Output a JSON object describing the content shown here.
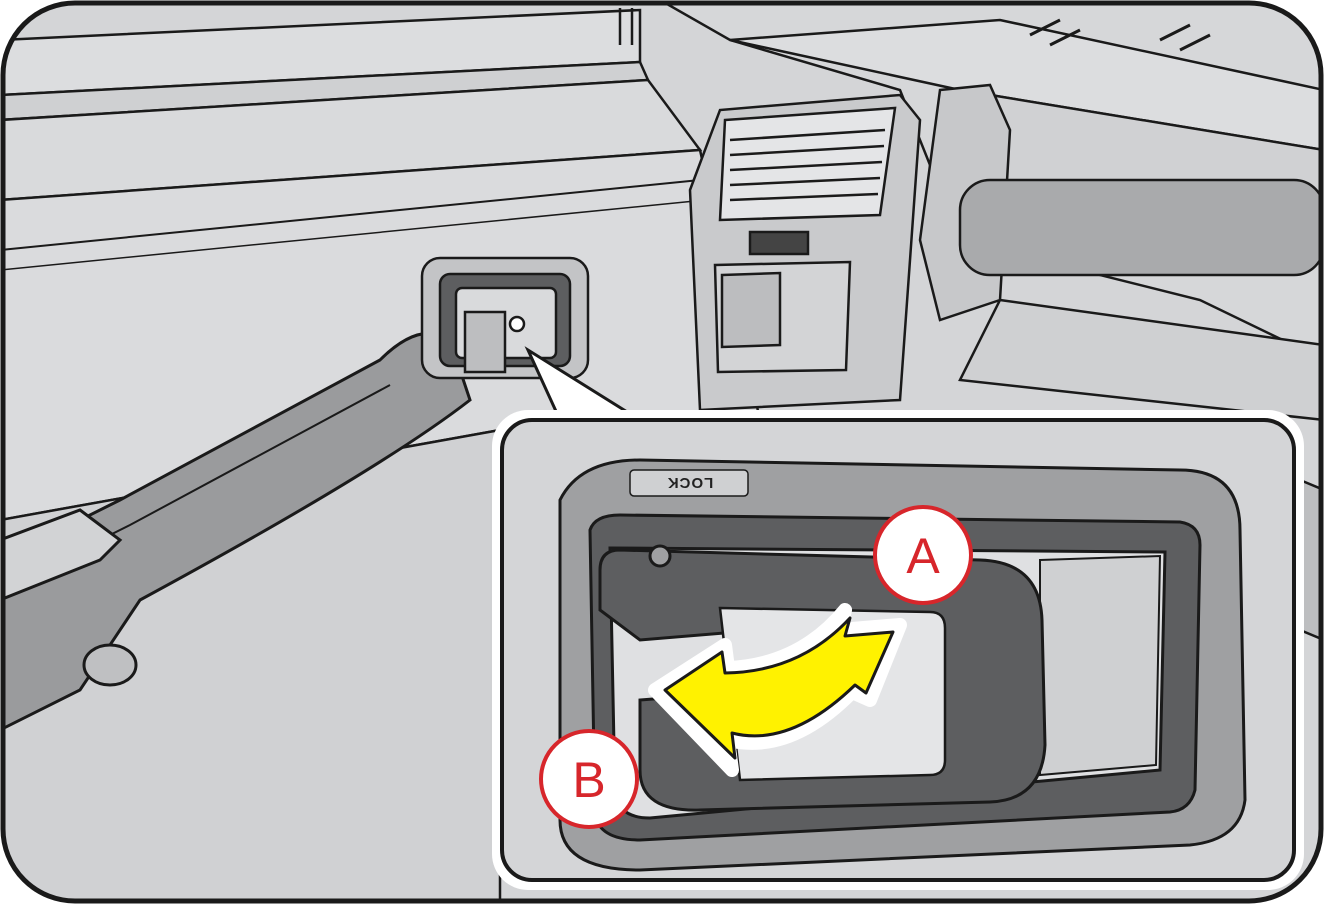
{
  "illustration": {
    "callout_a_label": "A",
    "callout_b_label": "B",
    "lock_marking": "LOCK",
    "arrow_icon": "double-headed-curved-arrow-icon",
    "colors": {
      "panel": "#d4d5d7",
      "panel_light": "#dcdddf",
      "dark_trim": "#5d5e60",
      "mid_trim": "#9fa0a2",
      "outline": "#1a1a1a",
      "arrow_fill": "#fff200",
      "callout_ring": "#d7262b",
      "callout_fill": "#ffffff"
    }
  }
}
